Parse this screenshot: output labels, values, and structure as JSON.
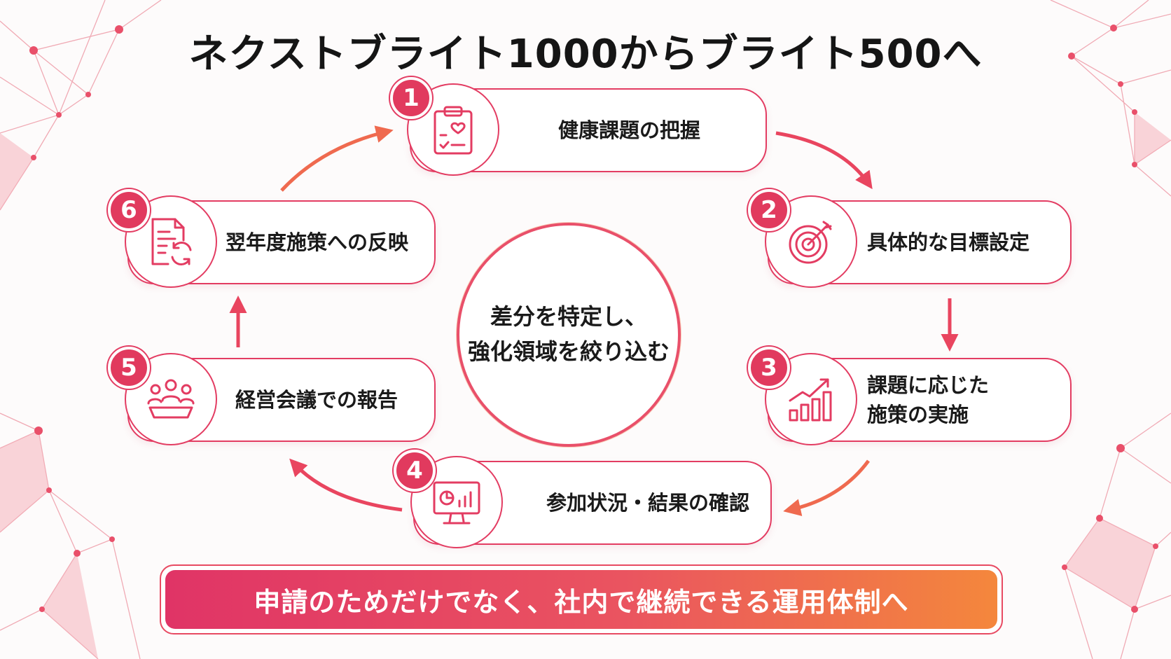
{
  "title": "ネクストブライト1000からブライト500へ",
  "center_text": [
    "差分を特定し、",
    "強化領域を絞り込む"
  ],
  "steps": [
    {
      "number": "1",
      "label": "健康課題の把握",
      "icon": "clipboard-heart-icon"
    },
    {
      "number": "2",
      "label": "具体的な目標設定",
      "icon": "target-arrow-icon"
    },
    {
      "number": "3",
      "label": "課題に応じた\n施策の実施",
      "icon": "growth-chart-icon"
    },
    {
      "number": "4",
      "label": "参加状況・結果の確認",
      "icon": "monitor-chart-icon"
    },
    {
      "number": "5",
      "label": "経営会議での報告",
      "icon": "meeting-icon"
    },
    {
      "number": "6",
      "label": "翌年度施策への反映",
      "icon": "document-refresh-icon"
    }
  ],
  "banner": "申請のためだけでなく、社内で継続できる運用体制へ",
  "colors": {
    "accent": "#e33c62",
    "accent_dark": "#e13a5e",
    "orange": "#f4873c"
  }
}
